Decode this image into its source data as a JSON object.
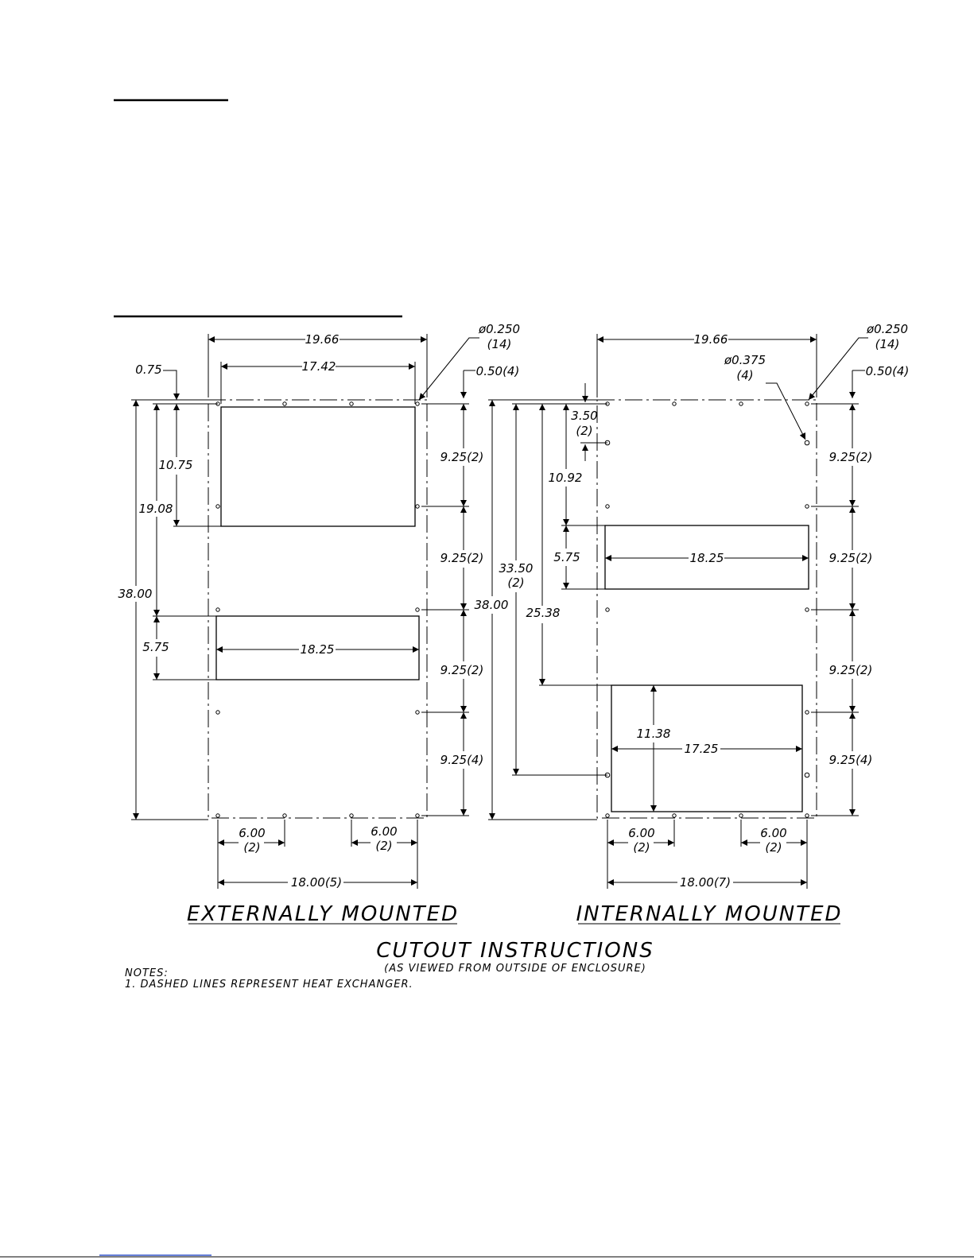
{
  "colors": {
    "ink": "#000000",
    "paper": "#ffffff",
    "footer_link": "#3355cc"
  },
  "external": {
    "title": "EXTERNALLY MOUNTED",
    "dims": {
      "overall_width": "19.66",
      "top_cutout_width": "17.42",
      "top_offset": "0.75",
      "hole_dia": "ø0.250",
      "hole_count": "(14)",
      "right_offset": "0.50(4)",
      "top_cutout_height": "10.75",
      "to_bottom_cutout": "19.08",
      "overall_height": "38.00",
      "bottom_cutout_height": "5.75",
      "bottom_cutout_width": "18.25",
      "spacing_1": "9.25(2)",
      "spacing_2": "9.25(2)",
      "spacing_3": "9.25(2)",
      "spacing_4": "9.25(4)",
      "bottom_left_pitch": "6.00",
      "bottom_left_count": "(2)",
      "bottom_right_pitch": "6.00",
      "bottom_right_count": "(2)",
      "overall_bolt": "18.00(5)"
    }
  },
  "internal": {
    "title": "INTERNALLY MOUNTED",
    "dims": {
      "overall_width": "19.66",
      "hole_dia": "ø0.250",
      "hole_count": "(14)",
      "hole2_dia": "ø0.375",
      "hole2_count": "(4)",
      "right_offset": "0.50(4)",
      "top_hole": "3.50",
      "top_hole_count": "(2)",
      "to_top_cutout": "10.92",
      "top_cutout_height": "5.75",
      "top_cutout_width": "18.25",
      "to_lower_hole": "33.50",
      "to_lower_hole_count": "(2)",
      "overall_height": "38.00",
      "to_bottom_cutout": "25.38",
      "bottom_cutout_height": "11.38",
      "bottom_cutout_width": "17.25",
      "spacing_1": "9.25(2)",
      "spacing_2": "9.25(2)",
      "spacing_3": "9.25(2)",
      "spacing_4": "9.25(4)",
      "bottom_left_pitch": "6.00",
      "bottom_left_count": "(2)",
      "bottom_right_pitch": "6.00",
      "bottom_right_count": "(2)",
      "overall_bolt": "18.00(7)"
    }
  },
  "caption": {
    "title": "CUTOUT INSTRUCTIONS",
    "subtitle": "(AS VIEWED FROM OUTSIDE OF ENCLOSURE)"
  },
  "notes": {
    "heading": "NOTES:",
    "items": [
      "1. DASHED LINES REPRESENT HEAT EXCHANGER."
    ]
  }
}
